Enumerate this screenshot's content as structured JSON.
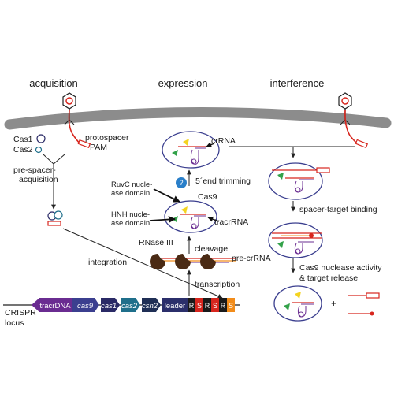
{
  "phases": {
    "acquisition": "acquisition",
    "expression": "expression",
    "interference": "interference"
  },
  "acquisition": {
    "cas1": "Cas1",
    "cas2": "Cas2",
    "protospacer": "protospacer",
    "pam": "PAM",
    "pre_spacer_line1": "pre-spacer-",
    "pre_spacer_line2": "acquisition",
    "integration": "integration"
  },
  "expression": {
    "crrna": "crRNA",
    "trimming": "5´end trimming",
    "question": "?",
    "ruvc_line1": "RuvC nucle-",
    "ruvc_line2": "ase domain",
    "cas9": "Cas9",
    "hnh_line1": "HNH nucle-",
    "hnh_line2": "ase domain",
    "tracrrna": "tracrRNA",
    "cleavage": "cleavage",
    "rnase": "RNase III",
    "pre_crrna": "pre-crRNA",
    "transcription": "transcription"
  },
  "interference": {
    "binding": "spacer-target binding",
    "activity_line1": "Cas9 nuclease activity",
    "activity_line2": "& target release",
    "plus": "+"
  },
  "locus": {
    "label_line1": "CRISPR",
    "label_line2": "locus",
    "tracrdna": "tracrDNA",
    "cas9": "cas9",
    "cas1": "cas1",
    "cas2": "cas2",
    "csn2": "csn2",
    "leader": "leader",
    "r": "R",
    "s": "S"
  },
  "colors": {
    "membrane": "#8c8c8c",
    "tracr": "#6a2c91",
    "cas9": "#3b3f8f",
    "cas1": "#2a2a66",
    "cas2": "#1f6f8b",
    "csn2": "#1f2f55",
    "leader": "#2b2f6b",
    "repeat": "#1a1a1a",
    "spacer_red": "#d7261e",
    "spacer_orange": "#f28c1a",
    "rnase": "#4a2a14",
    "yellow": "#f4d31f",
    "green": "#33a24a",
    "question": "#2a7fc9"
  }
}
